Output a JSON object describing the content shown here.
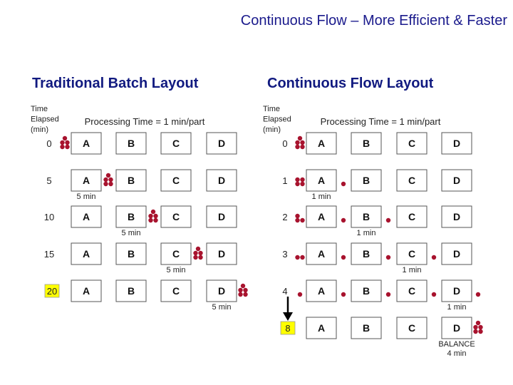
{
  "title": "Continuous Flow – More Efficient & Faster",
  "colors": {
    "part": "#a8132e",
    "highlight": "#ffff00",
    "heading": "#111a80"
  },
  "panels": [
    {
      "heading": "Traditional Batch Layout",
      "time_label": [
        "Time",
        "Elapsed",
        "(min)"
      ],
      "processing_label": "Processing Time = 1 min/part",
      "stations": [
        "A",
        "B",
        "C",
        "D"
      ],
      "rows": [
        {
          "time": "0",
          "parts": [
            5,
            0,
            0,
            0,
            0
          ],
          "note": null
        },
        {
          "time": "5",
          "parts": [
            0,
            5,
            0,
            0,
            0
          ],
          "note": {
            "station": 0,
            "lines": [
              "5 min"
            ]
          }
        },
        {
          "time": "10",
          "parts": [
            0,
            0,
            5,
            0,
            0
          ],
          "note": {
            "station": 1,
            "lines": [
              "5 min"
            ]
          }
        },
        {
          "time": "15",
          "parts": [
            0,
            0,
            0,
            5,
            0
          ],
          "note": {
            "station": 2,
            "lines": [
              "5 min"
            ]
          }
        },
        {
          "time": "20",
          "highlight": true,
          "parts": [
            0,
            0,
            0,
            0,
            5
          ],
          "note": {
            "station": 3,
            "lines": [
              "5 min"
            ]
          }
        }
      ]
    },
    {
      "heading": "Continuous Flow Layout",
      "time_label": [
        "Time",
        "Elapsed",
        "(min)"
      ],
      "processing_label": "Processing Time = 1 min/part",
      "stations": [
        "A",
        "B",
        "C",
        "D"
      ],
      "rows": [
        {
          "time": "0",
          "parts": [
            5,
            0,
            0,
            0,
            0
          ],
          "note": null
        },
        {
          "time": "1",
          "parts": [
            4,
            1,
            0,
            0,
            0
          ],
          "note": {
            "station": 0,
            "lines": [
              "1 min"
            ]
          }
        },
        {
          "time": "2",
          "parts": [
            3,
            1,
            1,
            0,
            0
          ],
          "note": {
            "station": 1,
            "lines": [
              "1 min"
            ]
          }
        },
        {
          "time": "3",
          "parts": [
            2,
            1,
            1,
            1,
            0
          ],
          "note": {
            "station": 2,
            "lines": [
              "1 min"
            ]
          }
        },
        {
          "time": "4",
          "parts": [
            1,
            1,
            1,
            1,
            1
          ],
          "note": {
            "station": 3,
            "lines": [
              "1 min"
            ]
          }
        },
        {
          "time": "8",
          "highlight": true,
          "arrow_from_previous": true,
          "parts": [
            0,
            0,
            0,
            0,
            5
          ],
          "note": {
            "station": 3,
            "lines": [
              "BALANCE",
              "4 min"
            ]
          }
        }
      ]
    }
  ]
}
